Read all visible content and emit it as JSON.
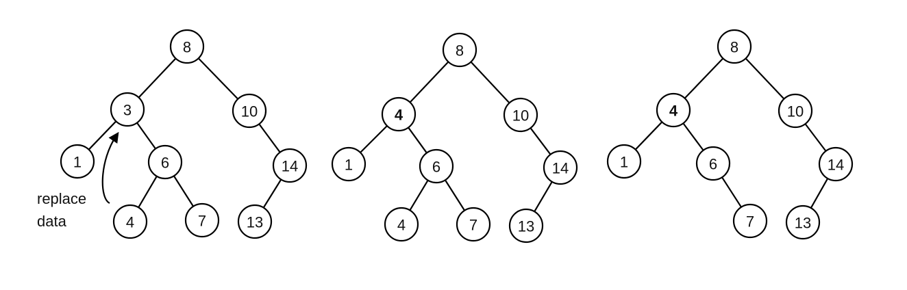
{
  "highlight_color": "#e8352a",
  "trees": [
    {
      "nodes": [
        {
          "id": "n8",
          "label": "8"
        },
        {
          "id": "n3",
          "label": "3"
        },
        {
          "id": "n10",
          "label": "10"
        },
        {
          "id": "n1",
          "label": "1"
        },
        {
          "id": "n6",
          "label": "6"
        },
        {
          "id": "n14",
          "label": "14"
        },
        {
          "id": "n4",
          "label": "4"
        },
        {
          "id": "n7",
          "label": "7"
        },
        {
          "id": "n13",
          "label": "13"
        }
      ],
      "edges": [
        [
          "n8",
          "n3"
        ],
        [
          "n8",
          "n10"
        ],
        [
          "n3",
          "n1"
        ],
        [
          "n3",
          "n6"
        ],
        [
          "n10",
          "n14"
        ],
        [
          "n6",
          "n4"
        ],
        [
          "n6",
          "n7"
        ],
        [
          "n14",
          "n13"
        ]
      ]
    },
    {
      "nodes": [
        {
          "id": "m8",
          "label": "8"
        },
        {
          "id": "m4",
          "label": "4",
          "highlight": true
        },
        {
          "id": "m10",
          "label": "10"
        },
        {
          "id": "m1",
          "label": "1"
        },
        {
          "id": "m6",
          "label": "6"
        },
        {
          "id": "m14",
          "label": "14"
        },
        {
          "id": "m4b",
          "label": "4"
        },
        {
          "id": "m7",
          "label": "7"
        },
        {
          "id": "m13",
          "label": "13"
        }
      ],
      "edges": [
        [
          "m8",
          "m4"
        ],
        [
          "m8",
          "m10"
        ],
        [
          "m4",
          "m1"
        ],
        [
          "m4",
          "m6"
        ],
        [
          "m10",
          "m14"
        ],
        [
          "m6",
          "m4b"
        ],
        [
          "m6",
          "m7"
        ],
        [
          "m14",
          "m13"
        ]
      ]
    },
    {
      "nodes": [
        {
          "id": "k8",
          "label": "8"
        },
        {
          "id": "k4",
          "label": "4",
          "highlight": true
        },
        {
          "id": "k10",
          "label": "10"
        },
        {
          "id": "k1",
          "label": "1"
        },
        {
          "id": "k6",
          "label": "6"
        },
        {
          "id": "k14",
          "label": "14"
        },
        {
          "id": "k7",
          "label": "7"
        },
        {
          "id": "k13",
          "label": "13"
        }
      ],
      "edges": [
        [
          "k8",
          "k4"
        ],
        [
          "k8",
          "k10"
        ],
        [
          "k4",
          "k1"
        ],
        [
          "k4",
          "k6"
        ],
        [
          "k10",
          "k14"
        ],
        [
          "k6",
          "k7"
        ],
        [
          "k14",
          "k13"
        ]
      ]
    }
  ],
  "annotation": {
    "line1": "replace",
    "line2": "data"
  }
}
